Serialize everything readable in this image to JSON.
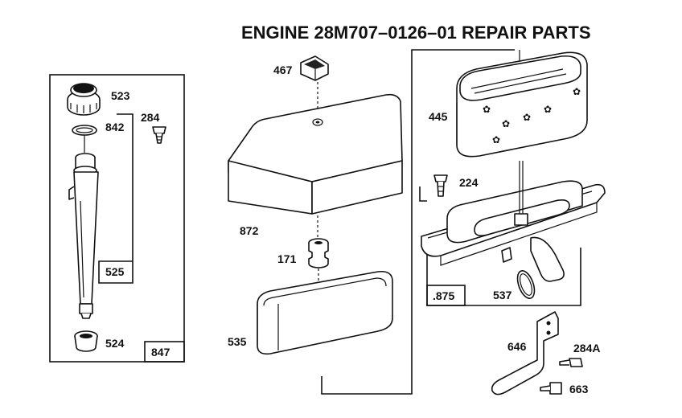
{
  "diagram": {
    "title": "ENGINE 28M707–0126–01 REPAIR PARTS",
    "labels": {
      "p523": "523",
      "p842": "842",
      "p284": "284",
      "p525": "525",
      "p524": "524",
      "p847": "847",
      "p467": "467",
      "p872": "872",
      "p171": "171",
      "p535": "535",
      "p445": "445",
      "p224": "224",
      "p875": ".875",
      "p537": "537",
      "p646": "646",
      "p284a": "284A",
      "p663": "663"
    }
  }
}
